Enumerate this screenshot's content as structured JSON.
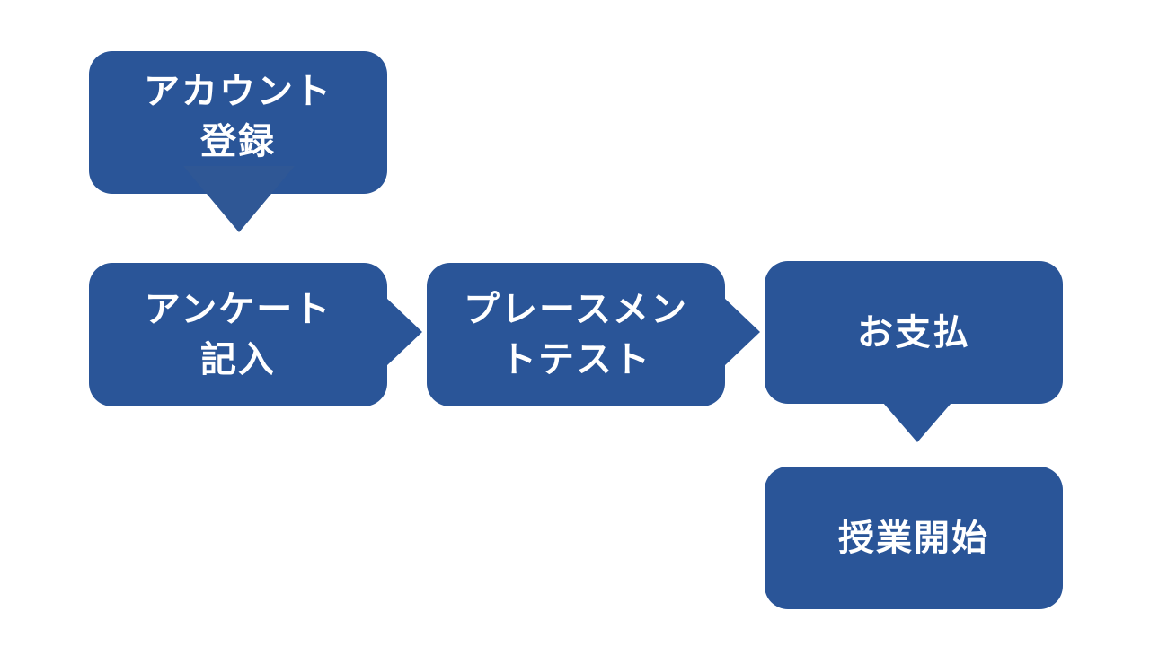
{
  "colors": {
    "box_fill": "#2a5598",
    "text": "#ffffff",
    "background": "#ffffff"
  },
  "steps": [
    {
      "id": "account",
      "label": "アカウント\n登録"
    },
    {
      "id": "survey",
      "label": "アンケート\n記入"
    },
    {
      "id": "placement",
      "label": "プレースメン\nトテスト"
    },
    {
      "id": "payment",
      "label": "お支払"
    },
    {
      "id": "start",
      "label": "授業開始"
    }
  ]
}
